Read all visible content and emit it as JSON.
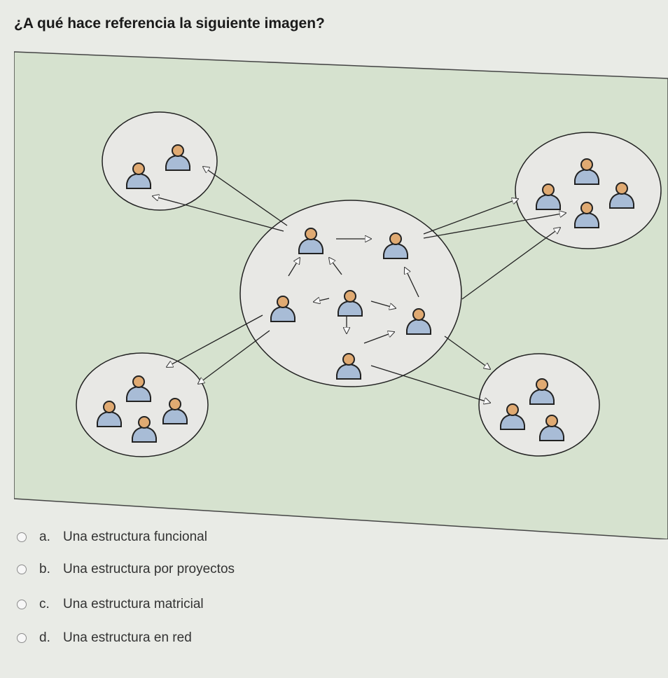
{
  "question": {
    "text": "¿A qué hace referencia la siguiente imagen?"
  },
  "figure": {
    "image_kind": "network organization diagram",
    "colors": {
      "background": "#d6e2cf",
      "circle_fill": "#e8e8e5",
      "person_body": "#a8bcd6",
      "person_head": "#e0aa72",
      "outline": "#222222"
    },
    "groups": [
      {
        "id": "center",
        "people": 6
      },
      {
        "id": "top-left",
        "people": 2
      },
      {
        "id": "top-right",
        "people": 4
      },
      {
        "id": "bottom-left",
        "people": 4
      },
      {
        "id": "bottom-right",
        "people": 3
      }
    ]
  },
  "options": [
    {
      "letter": "a.",
      "text": "Una estructura funcional"
    },
    {
      "letter": "b.",
      "text": "Una estructura por proyectos"
    },
    {
      "letter": "c.",
      "text": "Una estructura matricial"
    },
    {
      "letter": "d.",
      "text": "Una estructura en red"
    }
  ]
}
